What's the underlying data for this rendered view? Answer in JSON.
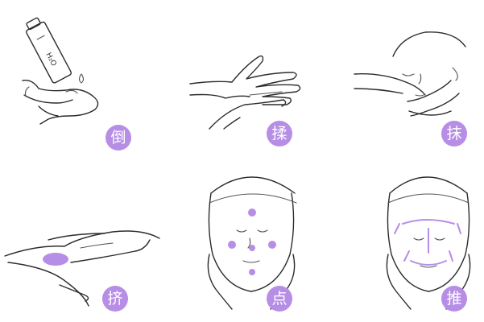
{
  "steps": [
    {
      "label": "倒",
      "icon": "pour-lotion-bottle-icon"
    },
    {
      "label": "揉",
      "icon": "rub-hands-icon"
    },
    {
      "label": "抹",
      "icon": "apply-face-icon"
    },
    {
      "label": "挤",
      "icon": "squeeze-hand-icon"
    },
    {
      "label": "点",
      "icon": "dot-face-icon"
    },
    {
      "label": "推",
      "icon": "push-massage-face-icon"
    }
  ],
  "bottle_text": "H₂O",
  "colors": {
    "accent": "#b68ee6",
    "line": "#2c2c2c",
    "background": "#ffffff"
  }
}
